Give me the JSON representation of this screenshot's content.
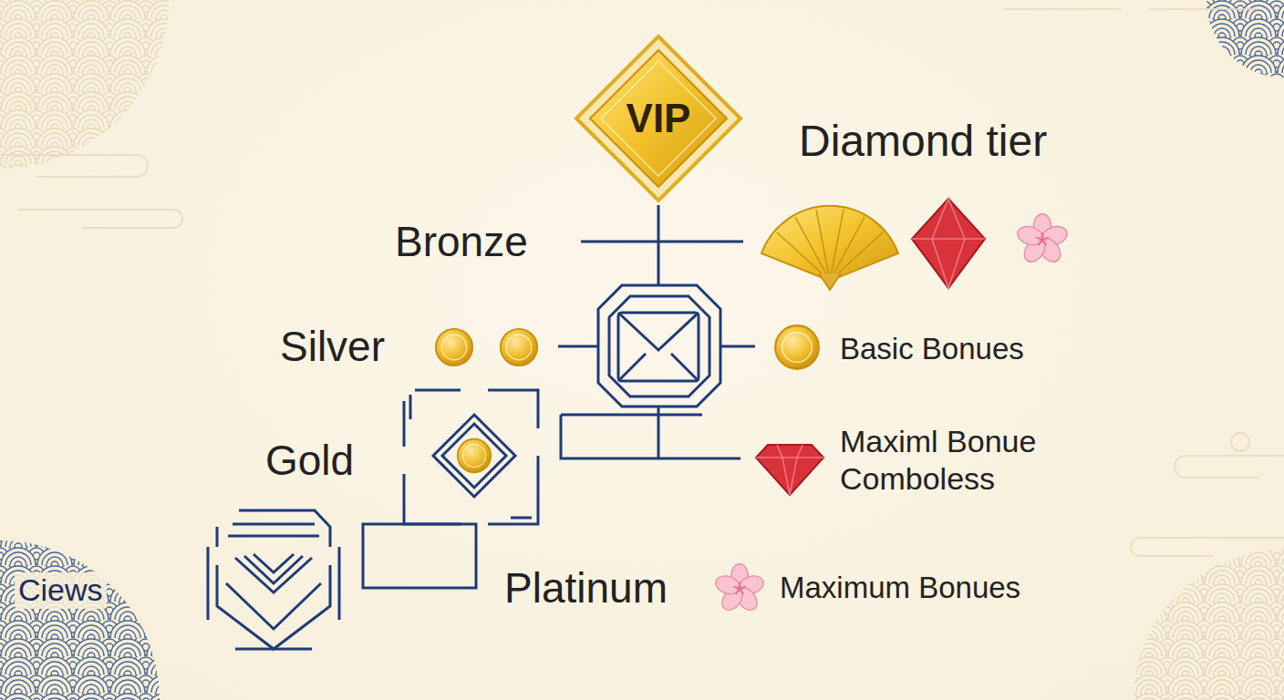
{
  "diagram": {
    "nodes": [
      {
        "text": [
          "VIP"
        ]
      }
    ],
    "edges": [],
    "labels": [
      "Diamond tier",
      "Bronze",
      "Silver",
      "Basic Bonues",
      "Gold",
      "Maximl Bonue Comboless",
      "Platinum",
      "Maximum Bonues",
      "Ciews"
    ]
  }
}
